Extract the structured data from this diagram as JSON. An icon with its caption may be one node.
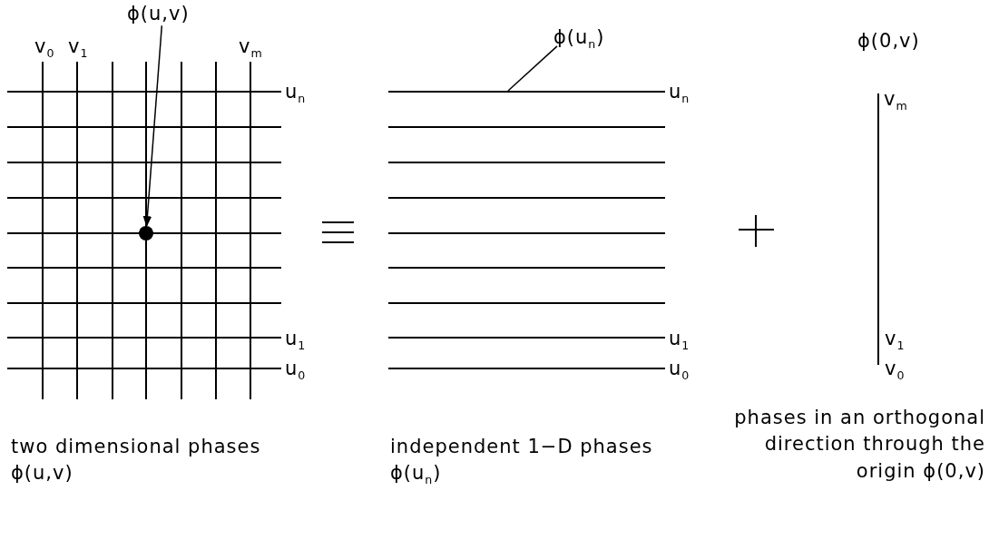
{
  "diagram": {
    "nodes": [
      {
        "text": [
          "ϕ(u,v)"
        ]
      },
      {
        "text": [],
        "shape": "circle"
      },
      {
        "text": [
          "ϕ(u$_{n}$)"
        ]
      },
      {
        "text": [],
        "shape": "line"
      }
    ],
    "edges": [
      {
        "from": 0,
        "to": 1,
        "arrow": "to"
      },
      {
        "from": 2,
        "to": 3,
        "arrow": "none"
      }
    ],
    "labels": [
      "ϕ(0,v)",
      "v$_{0}$",
      "v$_{1}$",
      "v$_{m}$",
      "u$_{n}$",
      "u$_{n}$",
      "v$_{m}$",
      "u$_{1}$",
      "u$_{0}$",
      "u$_{1}$",
      "u$_{0}$",
      "v$_{1}$",
      "v$_{0}$",
      "two dimensional phases ϕ(u,v)",
      "independent 1−D phases ϕ(u$_{n}$)",
      "phases in an orthogonal direction through the origin ϕ(0,v)"
    ]
  }
}
